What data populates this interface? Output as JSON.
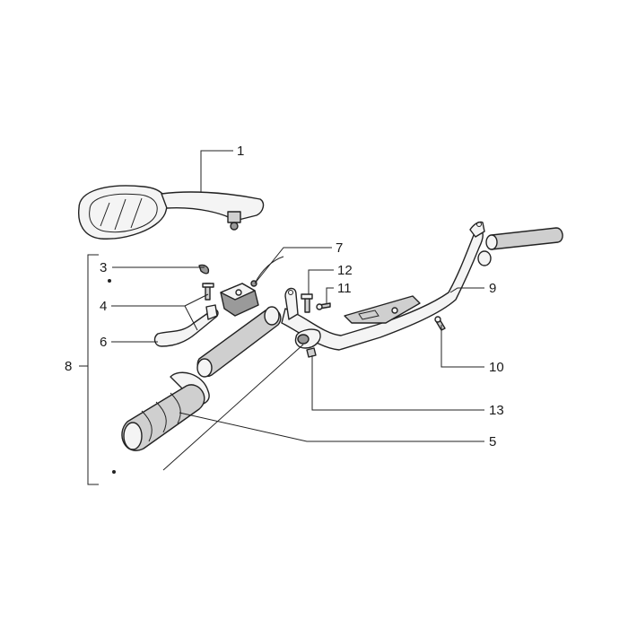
{
  "callouts": [
    {
      "id": "c1",
      "text": "1"
    },
    {
      "id": "c3",
      "text": "3"
    },
    {
      "id": "c4",
      "text": "4"
    },
    {
      "id": "c5",
      "text": "5"
    },
    {
      "id": "c6",
      "text": "6"
    },
    {
      "id": "c7",
      "text": "7"
    },
    {
      "id": "c8",
      "text": "8"
    },
    {
      "id": "c9",
      "text": "9"
    },
    {
      "id": "c10",
      "text": "10"
    },
    {
      "id": "c11",
      "text": "11"
    },
    {
      "id": "c12",
      "text": "12"
    },
    {
      "id": "c13",
      "text": "13"
    }
  ]
}
